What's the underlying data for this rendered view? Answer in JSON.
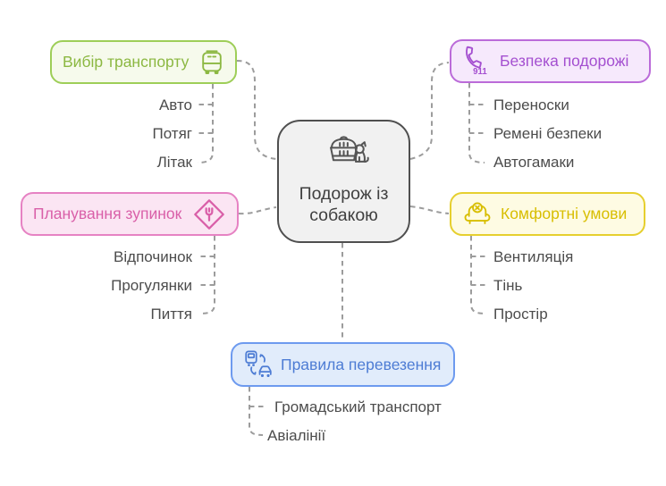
{
  "center": {
    "label": "Подорож із собакою",
    "border": "#4F4F4F",
    "bg": "#F1F1F1",
    "text": "#404040"
  },
  "branches": [
    {
      "label": "Вибір транспорту",
      "icon": "bus-icon",
      "text_color": "#8CB842",
      "border_color": "#9ECE58",
      "bg_color": "#F6FAEC",
      "children": [
        "Авто",
        "Потяг",
        "Літак"
      ]
    },
    {
      "label": "Безпека подорожі",
      "icon": "emergency-phone-icon",
      "badge": "911",
      "text_color": "#A44FD0",
      "border_color": "#BB6BD9",
      "bg_color": "#F6E9FC",
      "children": [
        "Переноски",
        "Ремені безпеки",
        "Автогамаки"
      ]
    },
    {
      "label": "Планування зупинок",
      "icon": "rest-stop-icon",
      "text_color": "#D95FA8",
      "border_color": "#E682C3",
      "bg_color": "#FBE5F3",
      "children": [
        "Відпочинок",
        "Прогулянки",
        "Пиття"
      ]
    },
    {
      "label": "Комфортні умови",
      "icon": "armchair-icon",
      "text_color": "#D8BE00",
      "border_color": "#E6CF2E",
      "bg_color": "#FEFBE3",
      "children": [
        "Вентиляція",
        "Тінь",
        "Простір"
      ]
    },
    {
      "label": "Правила перевезення",
      "icon": "transport-transfer-icon",
      "text_color": "#4D7CD4",
      "border_color": "#6D9AEF",
      "bg_color": "#E1ECFB",
      "children": [
        "Громадський транспорт",
        "Авіалінії"
      ]
    }
  ],
  "connector_color": "#9C9C9C",
  "leaf_text_color": "#4C4C4C"
}
